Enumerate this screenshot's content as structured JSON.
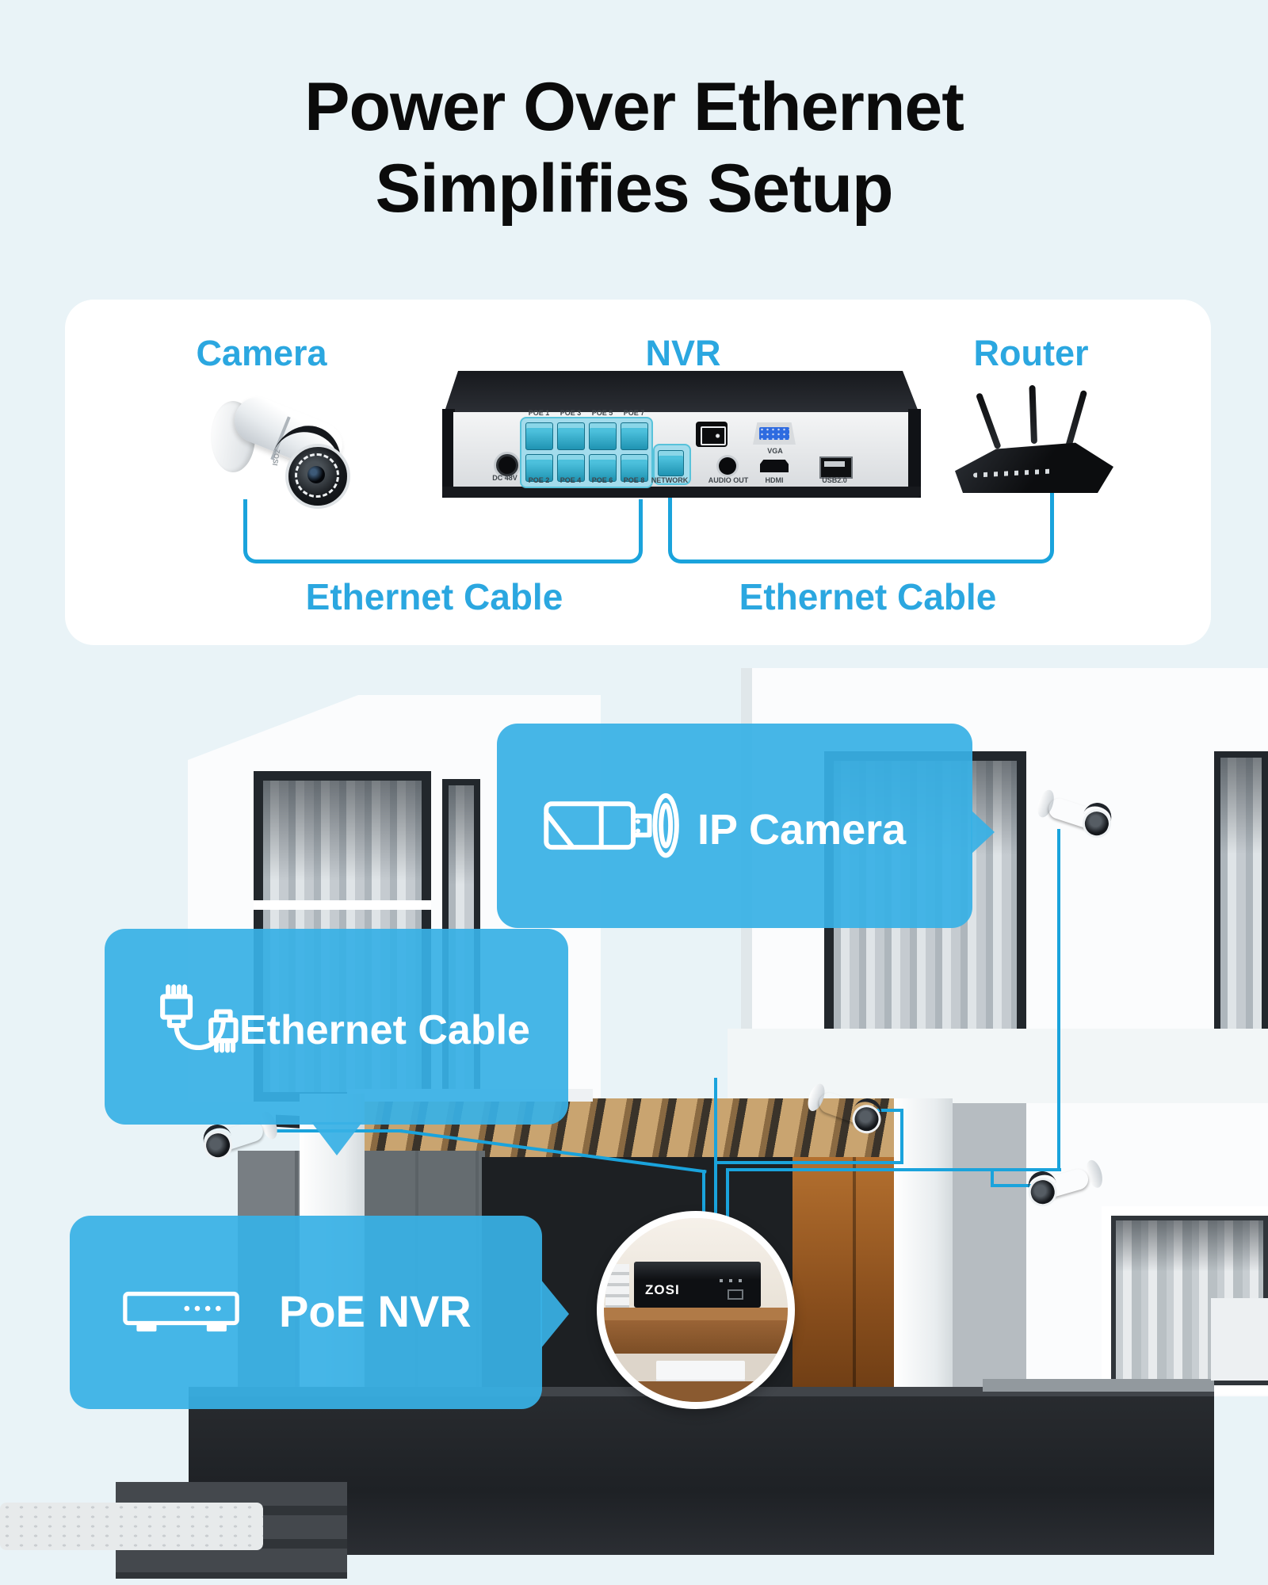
{
  "title": {
    "line1": "Power Over Ethernet",
    "line2": "Simplifies Setup"
  },
  "colors": {
    "page_background": "#e9f3f7",
    "accent_blue": "#2ba7e0",
    "box_blue": "#38b0e5",
    "cable_blue": "#1aa3dc",
    "card_background": "#ffffff",
    "title_color": "#0b0b0b"
  },
  "diagram": {
    "camera_label": "Camera",
    "nvr_label": "NVR",
    "router_label": "Router",
    "cable_left_label": "Ethernet Cable",
    "cable_right_label": "Ethernet Cable",
    "camera_brand": "ZOSI",
    "nvr_ports": {
      "poe_top": [
        "POE 1",
        "POE 3",
        "POE 5",
        "POE 7"
      ],
      "poe_bottom": [
        "POE 2",
        "POE 4",
        "POE 6",
        "POE 8"
      ],
      "dc": "DC 48V",
      "network": "NETWORK",
      "audio": "AUDIO OUT",
      "vga": "VGA",
      "hdmi": "HDMI",
      "usb": "USB2.0"
    }
  },
  "house": {
    "ip_camera_label": "IP Camera",
    "ethernet_cable_label": "Ethernet Cable",
    "poe_nvr_label": "PoE NVR",
    "inset_nvr_brand": "ZOSI"
  }
}
